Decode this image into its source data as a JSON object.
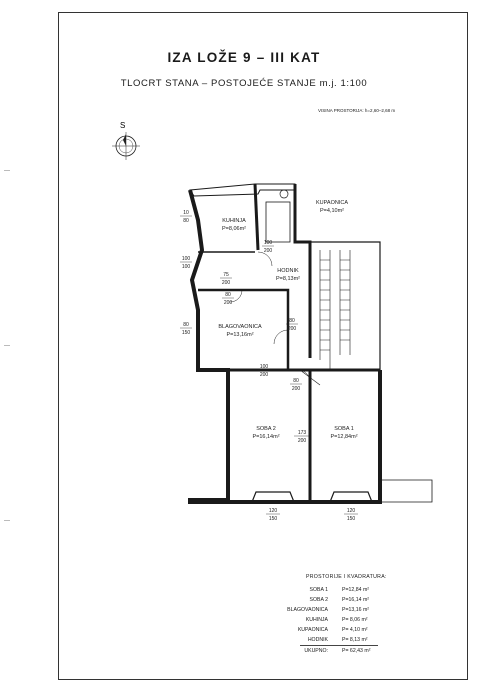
{
  "title": "IZA LOŽE 9 – III KAT",
  "subtitle": "TLOCRT STANA – POSTOJEĆE STANJE m.j. 1:100",
  "height_note": "VISINA PROSTORIJA: h=2,60–2,68 m",
  "compass_letter": "S",
  "rooms": {
    "kupaonica": {
      "name": "KUPAONICA",
      "area": "P=4,10m²"
    },
    "kuhinja": {
      "name": "KUHINJA",
      "area": "P=8,06m²"
    },
    "hodnik": {
      "name": "HODNIK",
      "area": "P=8,13m²"
    },
    "blagovaonica": {
      "name": "BLAGOVAONICA",
      "area": "P=13,16m²"
    },
    "soba2": {
      "name": "SOBA 2",
      "area": "P=16,14m²"
    },
    "soba1": {
      "name": "SOBA 1",
      "area": "P=12,84m²"
    }
  },
  "openings": {
    "o1": {
      "w": "10",
      "h": "80"
    },
    "o2": {
      "w": "100",
      "h": "100"
    },
    "o3": {
      "w": "75",
      "h": "200"
    },
    "o4": {
      "w": "80",
      "h": "150"
    },
    "o5": {
      "w": "80",
      "h": "200"
    },
    "o6": {
      "w": "80",
      "h": "200"
    },
    "o7": {
      "w": "100",
      "h": "200"
    },
    "o8": {
      "w": "173",
      "h": "200"
    },
    "o9": {
      "w": "100",
      "h": "200"
    },
    "o10": {
      "w": "120",
      "h": "150"
    },
    "o11": {
      "w": "120",
      "h": "150"
    },
    "o12": {
      "w": "80",
      "h": "200"
    }
  },
  "legend": {
    "title": "PROSTORIJE I KVADRATURA:",
    "rows": [
      {
        "room": "SOBA 1",
        "area": "P=12,84",
        "unit": "m²"
      },
      {
        "room": "SOBA 2",
        "area": "P=16,14",
        "unit": "m²"
      },
      {
        "room": "BLAGOVAONICA",
        "area": "P=13,16",
        "unit": "m²"
      },
      {
        "room": "KUHINJA",
        "area": "P=  8,06",
        "unit": "m²"
      },
      {
        "room": "KUPAONICA",
        "area": "P=  4,10",
        "unit": "m²"
      },
      {
        "room": "HODNIK",
        "area": "P=  8,13",
        "unit": "m²"
      }
    ],
    "total_label": "UKUPNO:",
    "total_area": "P=  62,43",
    "total_unit": "m²"
  }
}
